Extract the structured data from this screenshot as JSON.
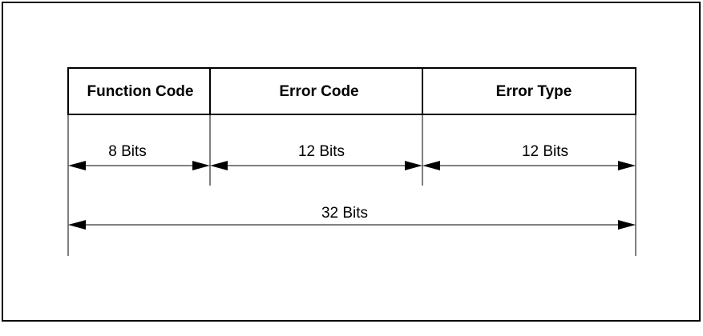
{
  "fields": [
    {
      "label": "Function Code"
    },
    {
      "label": "Error Code"
    },
    {
      "label": "Error Type"
    }
  ],
  "widths": [
    {
      "label": "8 Bits"
    },
    {
      "label": "12 Bits"
    },
    {
      "label": "12 Bits"
    }
  ],
  "total": {
    "label": "32 Bits"
  }
}
